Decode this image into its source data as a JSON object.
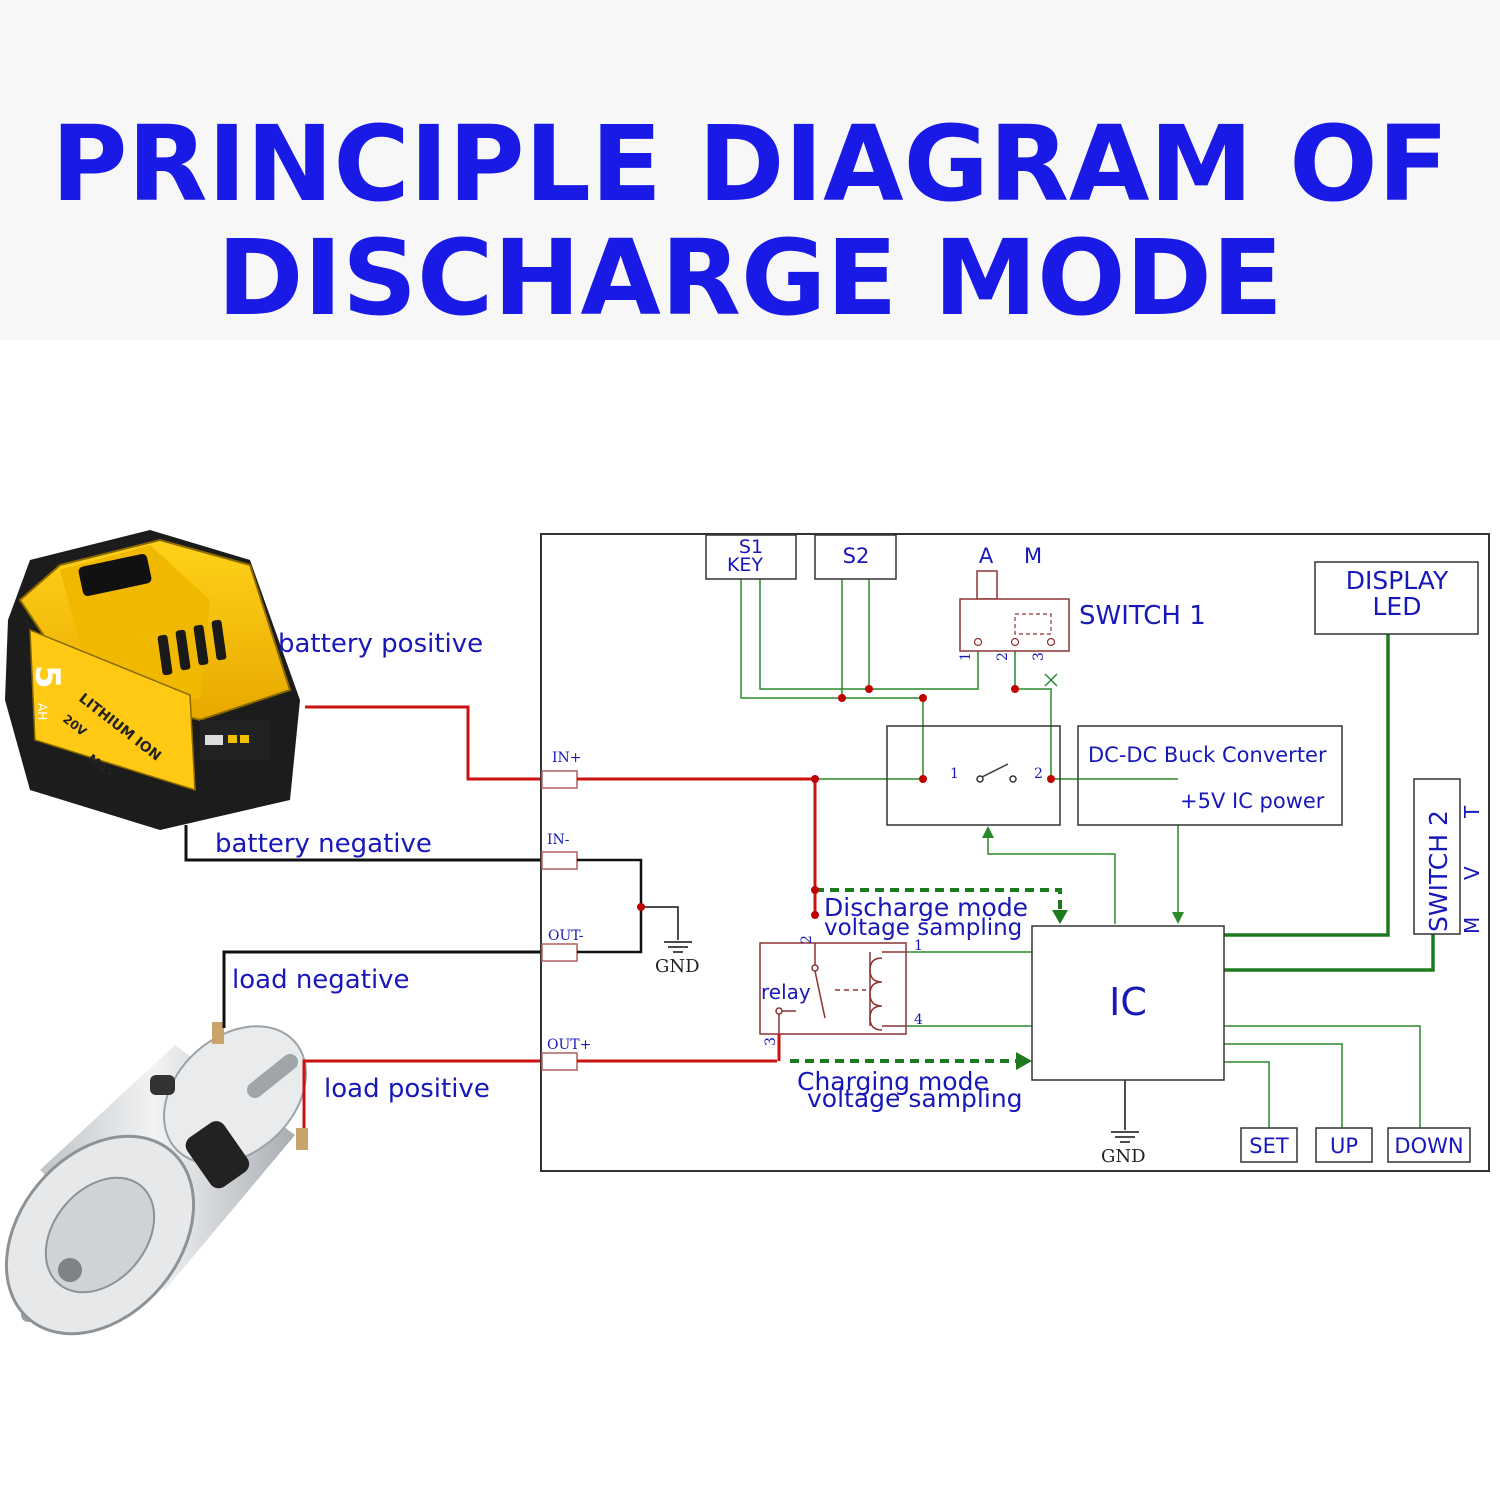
{
  "title": {
    "line1": "PRINCIPLE DIAGRAM OF",
    "line2": "DISCHARGE MODE"
  },
  "external_labels": {
    "battery_positive": "battery positive",
    "battery_negative": "battery negative",
    "load_negative": "load negative",
    "load_positive": "load positive"
  },
  "battery": {
    "capacity": "5",
    "unit": "AH",
    "chemistry": "LITHIUM ION",
    "voltage": "20V",
    "max": "MAX"
  },
  "terminals": {
    "in_pos": "IN+",
    "in_neg": "IN-",
    "out_neg": "OUT-",
    "out_pos": "OUT+"
  },
  "components": {
    "s1_line1": "S1",
    "s1_line2": "KEY",
    "s2": "S2",
    "switch1": "SWITCH 1",
    "switch1_a": "A",
    "switch1_m": "M",
    "switch1_pins": [
      "1",
      "2",
      "3"
    ],
    "display_line1": "DISPLAY",
    "display_line2": "LED",
    "dcdc_title": "DC-DC Buck Converter",
    "dcdc_sub": "+5V IC power",
    "switch2": "SWITCH 2",
    "switch2_modes": [
      "T",
      "V",
      "M"
    ],
    "ic": "IC",
    "relay": "relay",
    "relay_pins": [
      "1",
      "2",
      "3",
      "4"
    ],
    "power_switch_pins": [
      "1",
      "2"
    ],
    "gnd": "GND"
  },
  "annotations": {
    "discharge_line1": "Discharge mode",
    "discharge_line2": "voltage sampling",
    "charging_line1": "Charging mode",
    "charging_line2": "voltage sampling"
  },
  "buttons": {
    "set": "SET",
    "up": "UP",
    "down": "DOWN"
  },
  "colors": {
    "title": "#1a1ae6",
    "label": "#1818b8",
    "positive_wire": "#cc1111",
    "negative_wire": "#111111",
    "signal_wire": "#2a8a2a",
    "sampling": "#1e7a1e",
    "node": "#c00000"
  }
}
